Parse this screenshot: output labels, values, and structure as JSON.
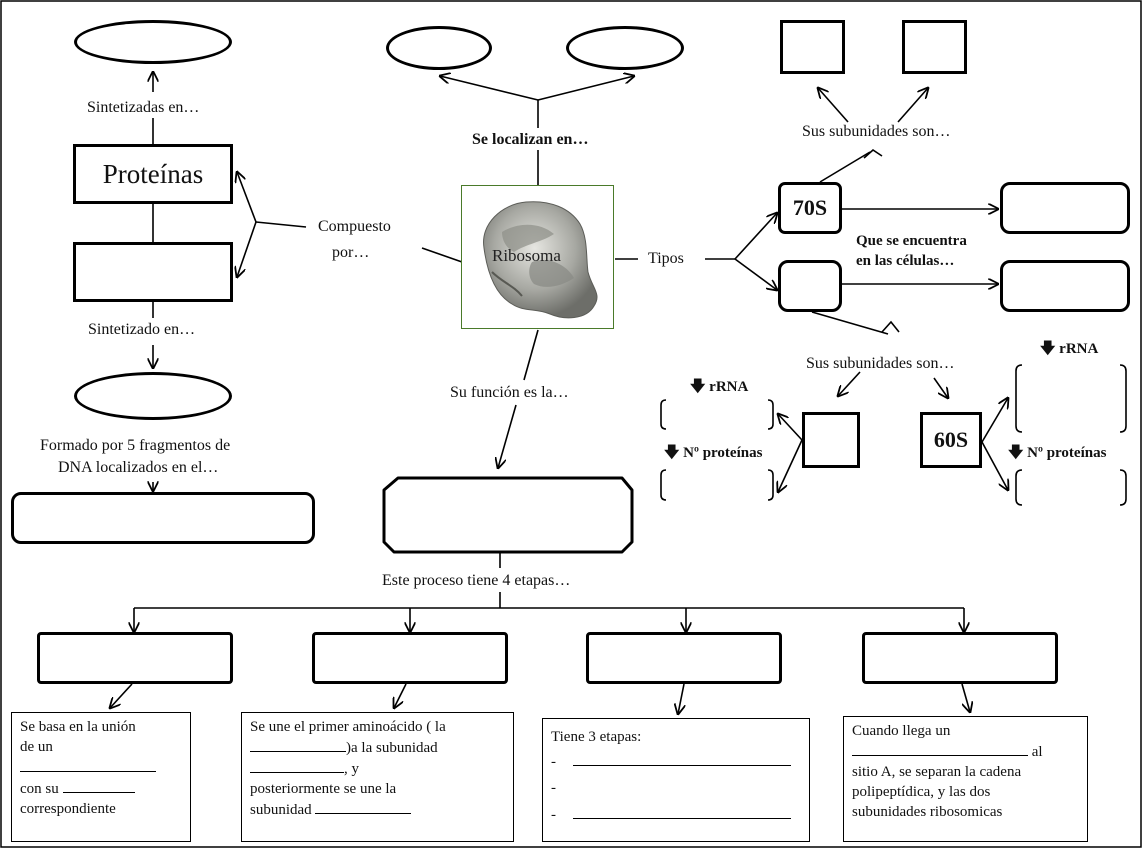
{
  "labels": {
    "sintetizadas_en": "Sintetizadas en…",
    "proteinas": "Proteínas",
    "sintetizado_en": "Sintetizado en…",
    "formado_por": "Formado por 5 fragmentos de",
    "formado_por_2": "DNA localizados en el…",
    "compuesto": "Compuesto",
    "por": "por…",
    "se_localizan": "Se localizan en…",
    "ribosoma": "Ribosoma",
    "tipos": "Tipos",
    "su_funcion": "Su función es la…",
    "sus_subunidades_top": "Sus subunidades son…",
    "s70": "70S",
    "que_se_encuentra": "Que se encuentra",
    "en_las_celulas": "en las células…",
    "sus_subunidades_mid": "Sus subunidades son…",
    "rrna_left": "rRNA",
    "nprot_left": "Nº proteínas",
    "rrna_right": "rRNA",
    "nprot_right": "Nº proteínas",
    "s60": "60S",
    "este_proceso": "Este proceso tiene 4 etapas…"
  },
  "stage_boxes": {
    "box1": [
      "Se basa en la unión",
      "de un",
      "con su",
      "correspondiente"
    ],
    "box2": [
      "Se une el primer aminoácido ( la",
      ")a la subunidad",
      ", y",
      "posteriormente se une la",
      "subunidad"
    ],
    "box3": [
      "Tiene 3 etapas:",
      "-",
      "-",
      "-"
    ],
    "box4": [
      "Cuando llega un",
      "al",
      "sitio A, se separan la cadena",
      "polipeptídica, y las dos",
      "subunidades ribosomicas"
    ]
  }
}
